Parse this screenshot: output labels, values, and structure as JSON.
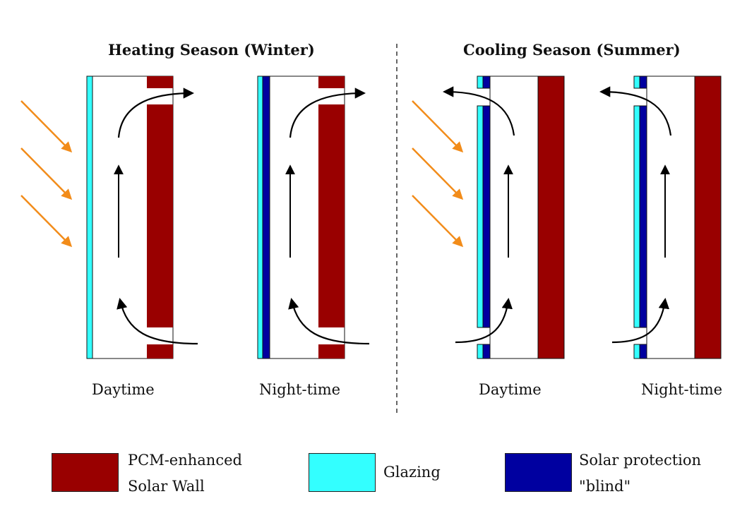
{
  "colors": {
    "pcm_wall": "#990000",
    "glazing": "#33ffff",
    "blind": "#0000a0",
    "sun_ray": "#f28c1a",
    "air_flow": "#000000",
    "outline": "#111111"
  },
  "seasons": {
    "heating": {
      "title": "Heating Season (Winter)"
    },
    "cooling": {
      "title": "Cooling Season (Summer)"
    }
  },
  "panels": [
    {
      "id": "heating-day",
      "caption": "Daytime"
    },
    {
      "id": "heating-night",
      "caption": "Night-time"
    },
    {
      "id": "cooling-day",
      "caption": "Daytime"
    },
    {
      "id": "cooling-night",
      "caption": "Night-time"
    }
  ],
  "legend": [
    {
      "key": "pcm",
      "line1": "PCM-enhanced",
      "line2": "Solar Wall",
      "color": "#990000"
    },
    {
      "key": "glazing",
      "line1": "Glazing",
      "line2": "",
      "color": "#33ffff"
    },
    {
      "key": "blind",
      "line1": "Solar protection",
      "line2": "\"blind\"",
      "color": "#0000a0"
    }
  ]
}
